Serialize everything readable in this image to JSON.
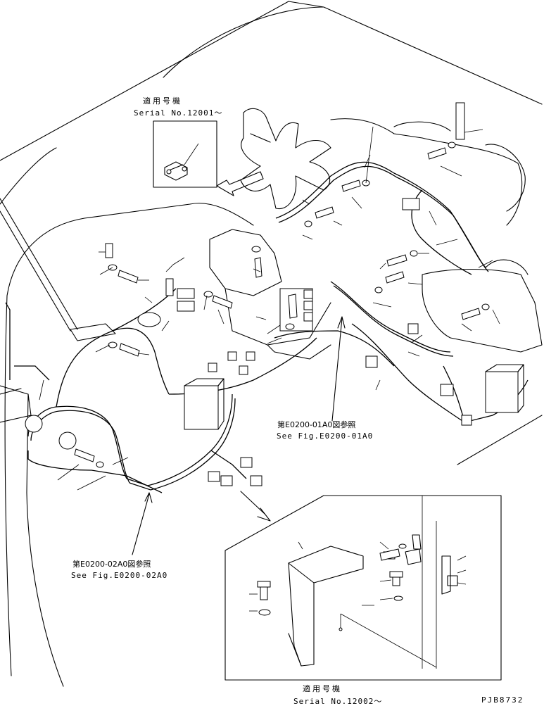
{
  "labels": {
    "top_inset_jp": "適用号機",
    "top_inset_serial": "Serial No.12001～",
    "ref1_jp": "第E0200-01A0図参照",
    "ref1_en": "See Fig.E0200-01A0",
    "ref2_jp": "第E0200-02A0図参照",
    "ref2_en": "See Fig.E0200-02A0",
    "bottom_inset_jp": "適用号機",
    "bottom_inset_serial": "Serial No.12002～",
    "drawing_code": "PJB8732"
  }
}
